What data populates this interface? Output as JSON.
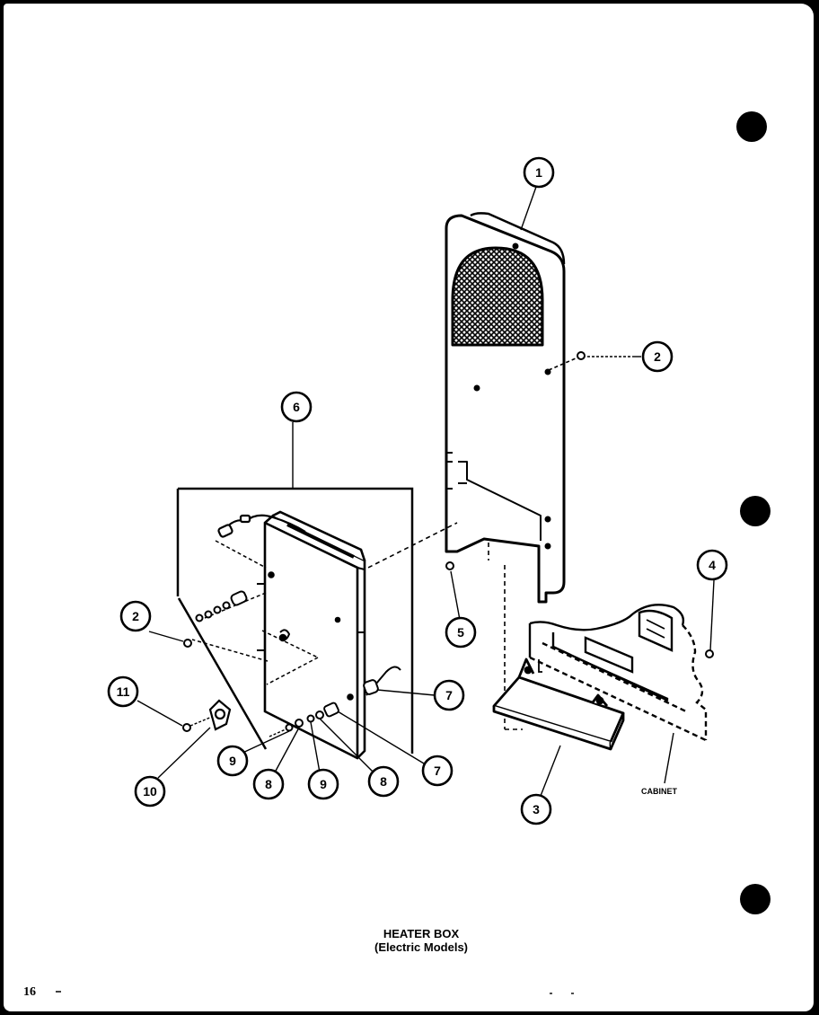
{
  "diagram": {
    "title": "HEATER BOX",
    "subtitle": "(Electric Models)",
    "page_number": "16",
    "side_label": "CABINET",
    "callouts": [
      "1",
      "2",
      "2",
      "3",
      "4",
      "5",
      "6",
      "7",
      "7",
      "8",
      "8",
      "9",
      "9",
      "10",
      "11"
    ]
  }
}
